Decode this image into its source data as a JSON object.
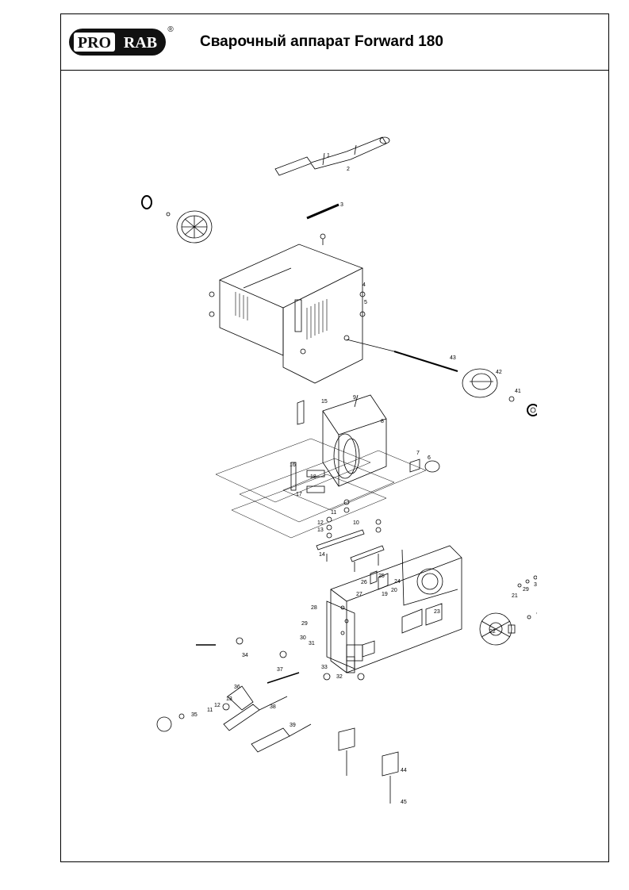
{
  "header": {
    "logo_left": "PRO",
    "logo_right": "RAB",
    "registered": "®",
    "title": "Сварочный аппарат Forward 180"
  },
  "diagram": {
    "part_numbers": [
      "1",
      "2",
      "3",
      "4",
      "5",
      "6",
      "7",
      "8",
      "9",
      "10",
      "11",
      "12",
      "13",
      "14",
      "15",
      "16",
      "17",
      "18",
      "19",
      "20",
      "21",
      "22",
      "23",
      "24",
      "25",
      "26",
      "27",
      "28",
      "29",
      "30",
      "31",
      "32",
      "33",
      "34",
      "35",
      "36",
      "37",
      "38",
      "39",
      "40",
      "41",
      "42",
      "43",
      "44",
      "45"
    ]
  }
}
